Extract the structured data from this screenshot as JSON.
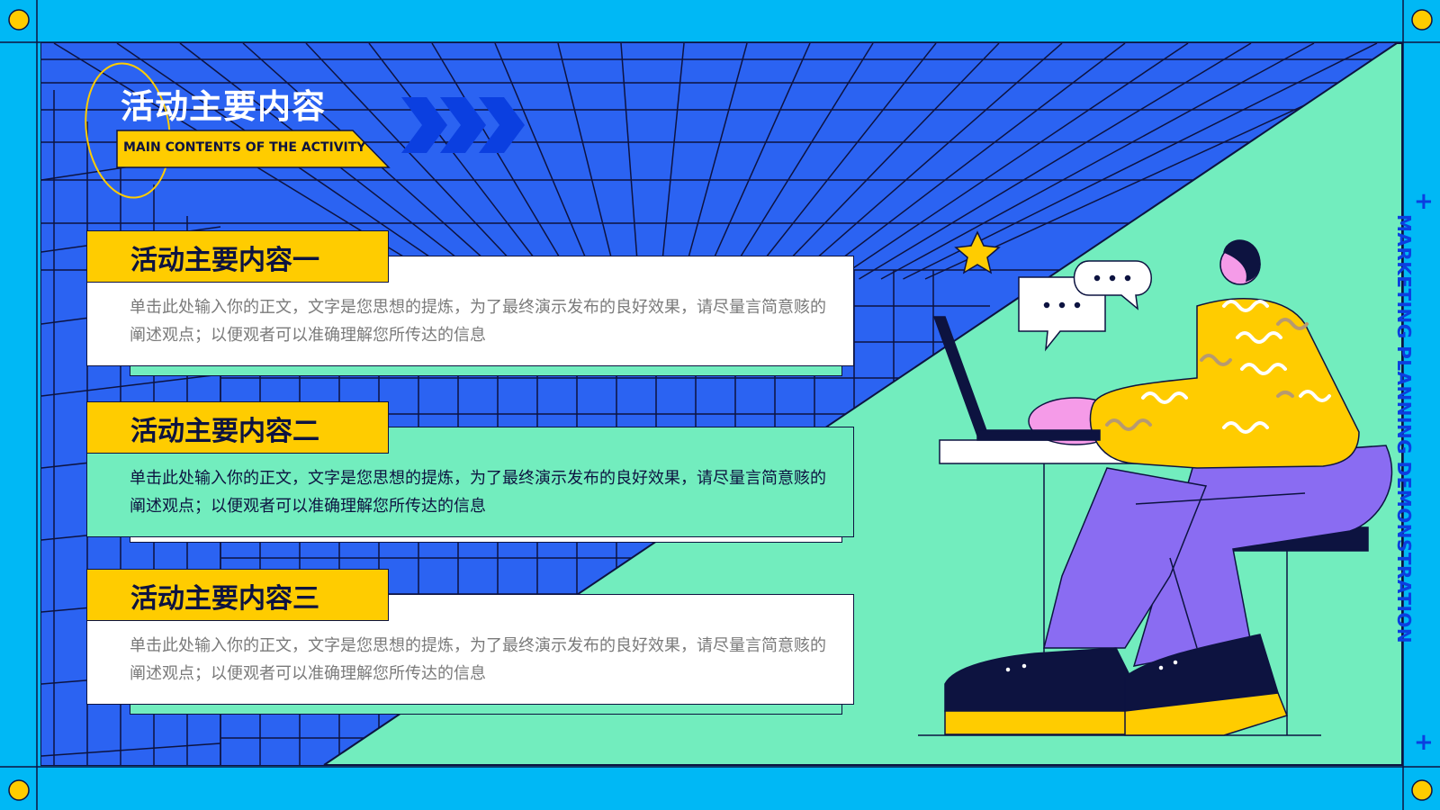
{
  "slide": {
    "title": "活动主要内容",
    "subtitle": "MAIN CONTENTS OF THE ACTIVITY",
    "side_text": "MARKETING PLANNING DEMONSTRATION",
    "plus_top": "+",
    "plus_bottom": "+"
  },
  "cards": [
    {
      "heading": "活动主要内容一",
      "text": "单击此处输入你的正文，文字是您思想的提炼，为了最终演示发布的良好效果，请尽量言简意赅的阐述观点；以便观者可以准确理解您所传达的信息",
      "style": "white"
    },
    {
      "heading": "活动主要内容二",
      "text": "单击此处输入你的正文，文字是您思想的提炼，为了最终演示发布的良好效果，请尽量言简意赅的阐述观点；以便观者可以准确理解您所传达的信息",
      "style": "green"
    },
    {
      "heading": "活动主要内容三",
      "text": "单击此处输入你的正文，文字是您思想的提炼，为了最终演示发布的良好效果，请尽量言简意赅的阐述观点；以便观者可以准确理解您所传达的信息",
      "style": "white"
    }
  ],
  "colors": {
    "frame_blue": "#00B8F5",
    "grid_blue": "#2B63F2",
    "mint_green": "#72EDBE",
    "yellow": "#FFCC00",
    "navy": "#0d1340",
    "purple": "#8A6CF2",
    "pink": "#F59BE8"
  },
  "icons": [
    "corner-dot-icon",
    "chevron-arrows-icon",
    "star-icon",
    "chat-bubble-icon",
    "laptop-icon"
  ]
}
